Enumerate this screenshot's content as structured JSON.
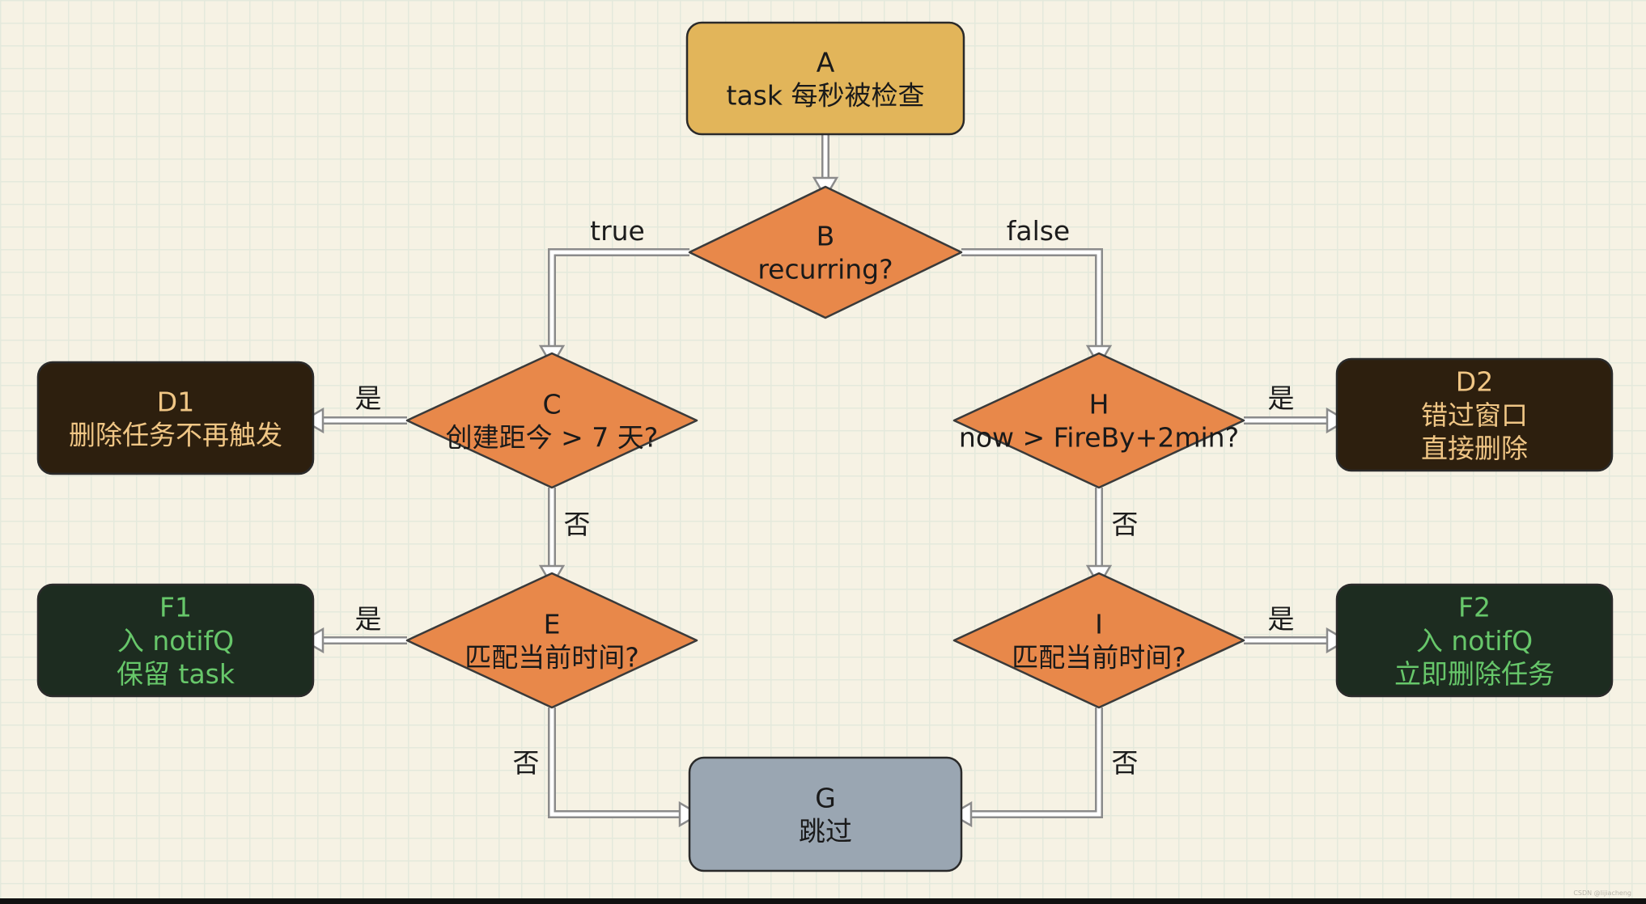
{
  "nodes": {
    "A": {
      "lines": [
        "A",
        "task 每秒被检查"
      ],
      "fill": "#e2b55a",
      "text_color": "#1a1a1a"
    },
    "B": {
      "lines": [
        "B",
        "recurring?"
      ],
      "fill": "#e8884a",
      "text_color": "#1a1a1a"
    },
    "C": {
      "lines": [
        "C",
        "创建距今 > 7 天?"
      ],
      "fill": "#e8884a",
      "text_color": "#1a1a1a"
    },
    "H": {
      "lines": [
        "H",
        "now > FireBy+2min?"
      ],
      "fill": "#e8884a",
      "text_color": "#1a1a1a"
    },
    "D1": {
      "lines": [
        "D1",
        "删除任务不再触发"
      ],
      "fill": "#2d1f0e",
      "text_color": "#f0c685"
    },
    "D2": {
      "lines": [
        "D2",
        "错过窗口",
        "直接删除"
      ],
      "fill": "#2d1f0e",
      "text_color": "#f0c685"
    },
    "E": {
      "lines": [
        "E",
        "匹配当前时间?"
      ],
      "fill": "#e8884a",
      "text_color": "#1a1a1a"
    },
    "I": {
      "lines": [
        "I",
        "匹配当前时间?"
      ],
      "fill": "#e8884a",
      "text_color": "#1a1a1a"
    },
    "F1": {
      "lines": [
        "F1",
        "入 notifQ",
        "保留 task"
      ],
      "fill": "#1d2c20",
      "text_color": "#67c76a"
    },
    "F2": {
      "lines": [
        "F2",
        "入 notifQ",
        "立即删除任务"
      ],
      "fill": "#1d2c20",
      "text_color": "#67c76a"
    },
    "G": {
      "lines": [
        "G",
        "跳过"
      ],
      "fill": "#9aa6b2",
      "text_color": "#1a1a1a"
    }
  },
  "edges": [
    {
      "from": "A",
      "to": "B",
      "label": ""
    },
    {
      "from": "B",
      "to": "C",
      "label": "true"
    },
    {
      "from": "B",
      "to": "H",
      "label": "false"
    },
    {
      "from": "C",
      "to": "D1",
      "label": "是"
    },
    {
      "from": "C",
      "to": "E",
      "label": "否"
    },
    {
      "from": "H",
      "to": "D2",
      "label": "是"
    },
    {
      "from": "H",
      "to": "I",
      "label": "否"
    },
    {
      "from": "E",
      "to": "F1",
      "label": "是"
    },
    {
      "from": "E",
      "to": "G",
      "label": "否"
    },
    {
      "from": "I",
      "to": "F2",
      "label": "是"
    },
    {
      "from": "I",
      "to": "G",
      "label": "否"
    }
  ],
  "colors": {
    "background": "#f6f2e4",
    "grid": "#e4e9dc",
    "connector": "#8b8b8b",
    "connector_fill": "#ffffff"
  },
  "footer": {
    "watermark": "CSDN @lijiacheng"
  }
}
